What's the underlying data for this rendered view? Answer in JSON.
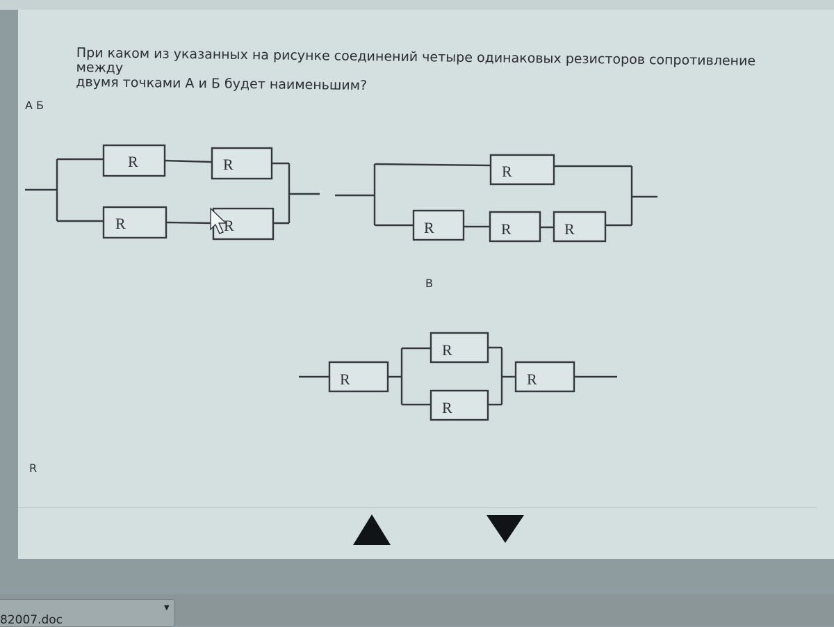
{
  "question": {
    "line1": "При каком из указанных на рисунке соединений четыре одинаковых резисторов сопротивление между",
    "line2": "двумя точками А и Б будет наименьшим?"
  },
  "labels": {
    "option_ab": "А Б",
    "option_v": "В",
    "option_r": "R"
  },
  "resistor_label": "R",
  "navigation": {
    "previous_icon": "triangle-up-icon",
    "next_icon": "triangle-down-icon"
  },
  "taskbar": {
    "file_name": "82007.doc",
    "caret_icon": "caret-down-icon"
  }
}
